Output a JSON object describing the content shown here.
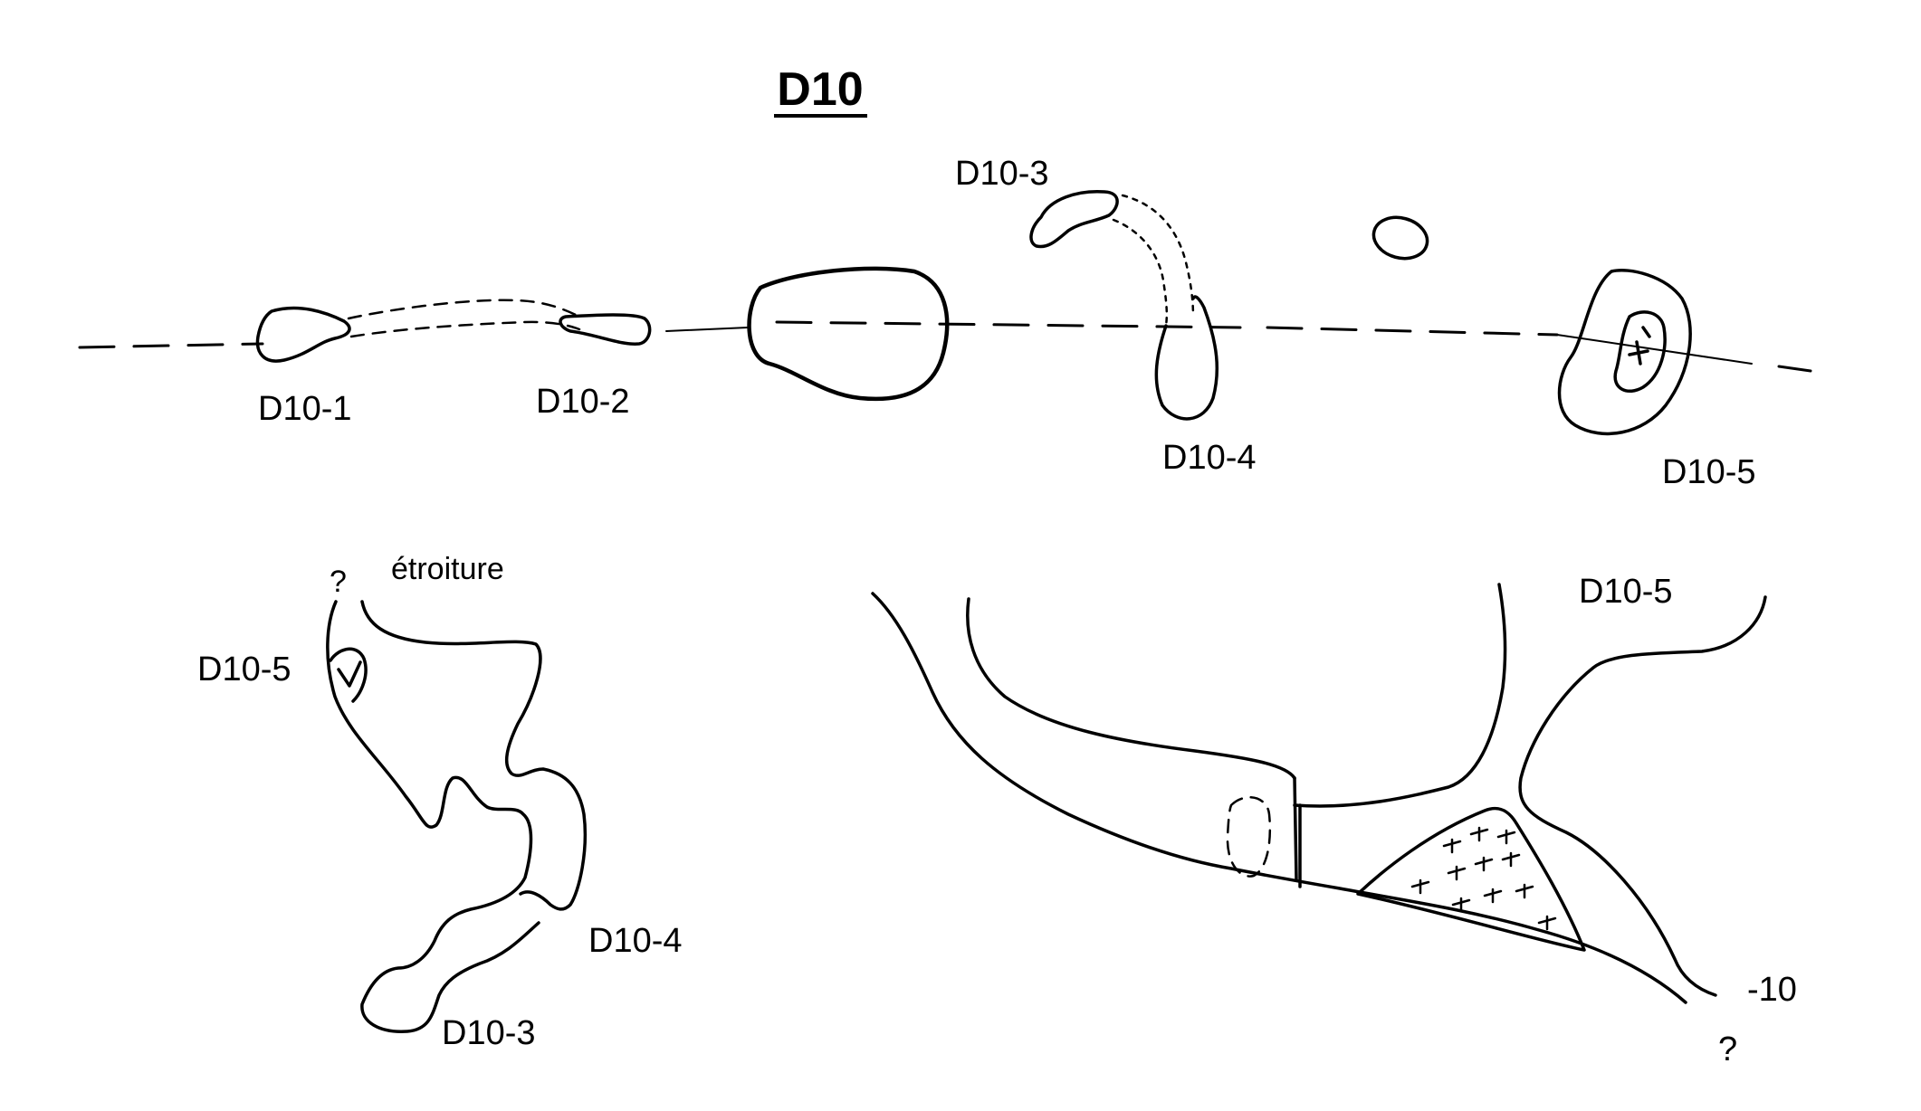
{
  "title": "D10",
  "top_section": {
    "labels": {
      "d10_1": "D10-1",
      "d10_2": "D10-2",
      "d10_3": "D10-3",
      "d10_4": "D10-4",
      "d10_5": "D10-5"
    }
  },
  "left_section": {
    "question": "?",
    "narrowing": "étroiture",
    "labels": {
      "d10_5": "D10-5",
      "d10_4": "D10-4",
      "d10_3": "D10-3"
    }
  },
  "right_section": {
    "d10_5": "D10-5",
    "depth": "-10",
    "question": "?"
  },
  "colors": {
    "ink": "#000000",
    "paper": "#ffffff"
  }
}
